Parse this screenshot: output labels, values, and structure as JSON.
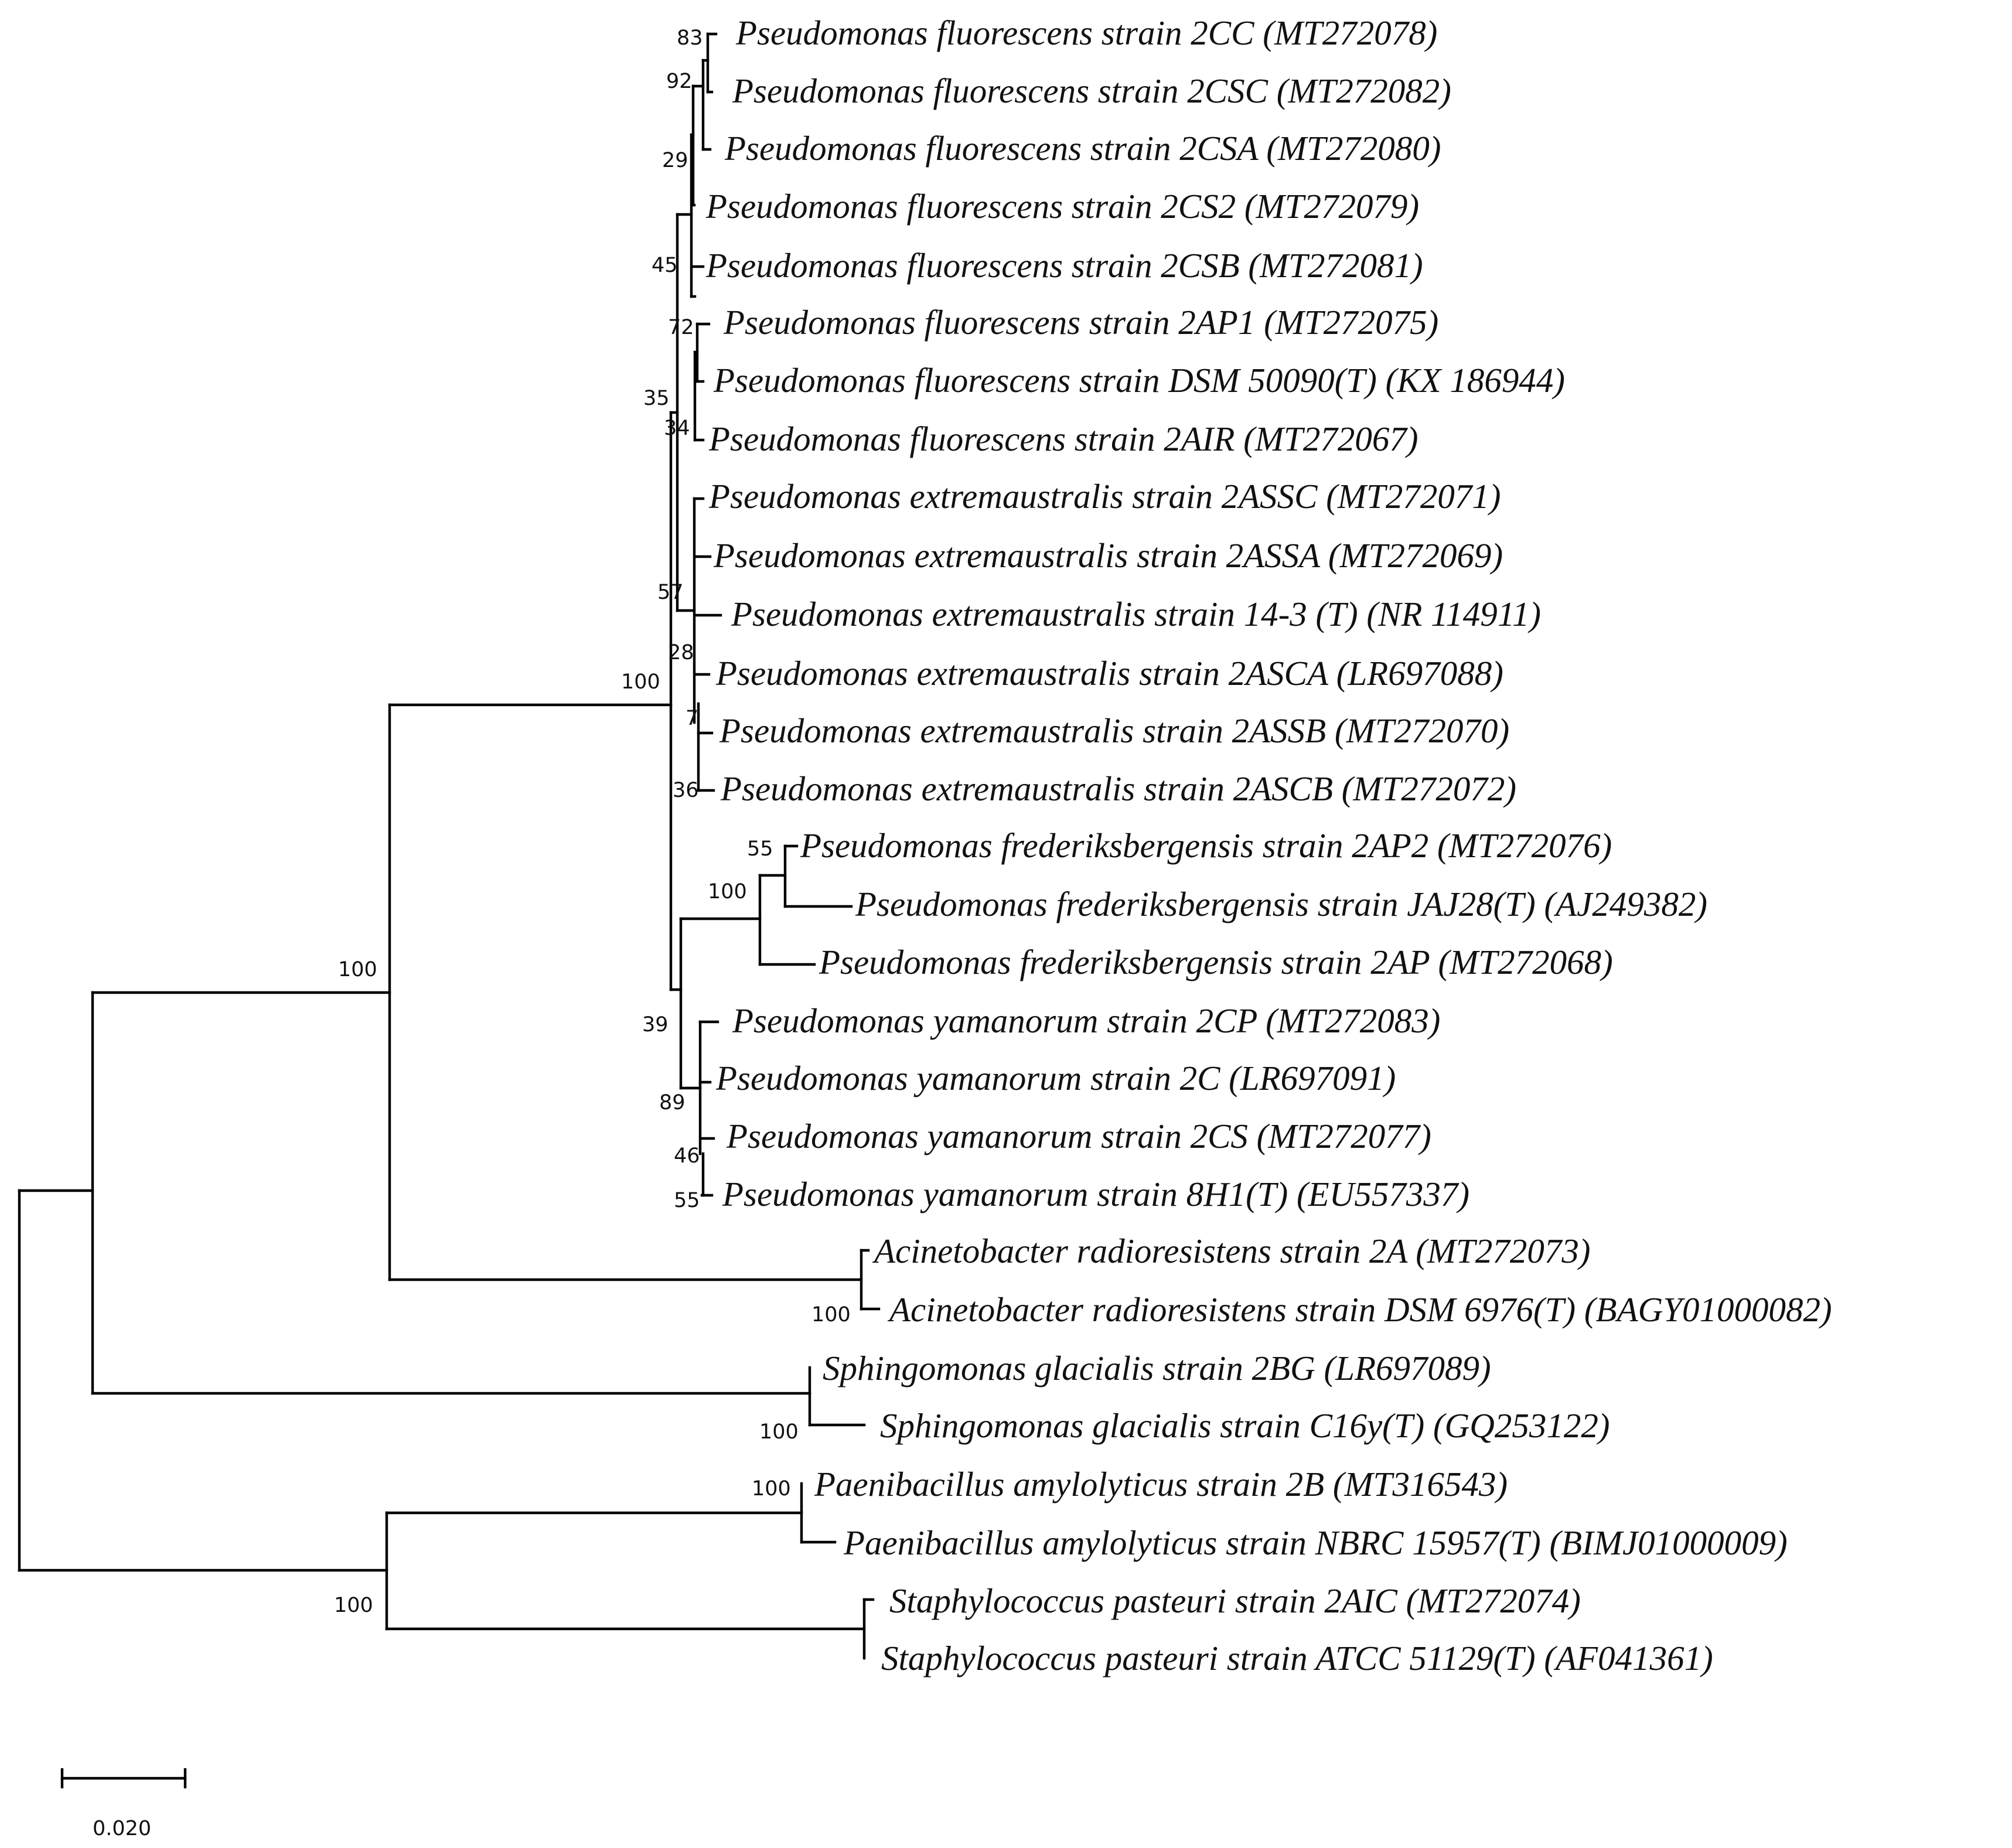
{
  "tree": {
    "scale_label": "0.020",
    "taxa": [
      {
        "label": "Pseudomonas fluorescens strain 2CC (MT272078)"
      },
      {
        "label": "Pseudomonas fluorescens strain 2CSC (MT272082)"
      },
      {
        "label": "Pseudomonas fluorescens strain 2CSA (MT272080)"
      },
      {
        "label": "Pseudomonas fluorescens strain 2CS2 (MT272079)"
      },
      {
        "label": "Pseudomonas fluorescens strain 2CSB (MT272081)"
      },
      {
        "label": "Pseudomonas fluorescens strain 2AP1 (MT272075)"
      },
      {
        "label": "Pseudomonas fluorescens strain DSM 50090(T) (KX 186944)"
      },
      {
        "label": "Pseudomonas fluorescens strain 2AIR (MT272067)"
      },
      {
        "label": "Pseudomonas extremaustralis strain 2ASSC (MT272071)"
      },
      {
        "label": "Pseudomonas extremaustralis strain 2ASSA (MT272069)"
      },
      {
        "label": "Pseudomonas extremaustralis strain 14-3 (T) (NR 114911)"
      },
      {
        "label": "Pseudomonas extremaustralis strain 2ASCA (LR697088)"
      },
      {
        "label": "Pseudomonas extremaustralis strain 2ASSB (MT272070)"
      },
      {
        "label": "Pseudomonas extremaustralis strain 2ASCB (MT272072)"
      },
      {
        "label": "Pseudomonas frederiksbergensis strain 2AP2 (MT272076)"
      },
      {
        "label": "Pseudomonas frederiksbergensis strain JAJ28(T) (AJ249382)"
      },
      {
        "label": "Pseudomonas frederiksbergensis strain 2AP (MT272068)"
      },
      {
        "label": "Pseudomonas yamanorum strain 2CP (MT272083)"
      },
      {
        "label": "Pseudomonas yamanorum strain 2C (LR697091)"
      },
      {
        "label": "Pseudomonas yamanorum strain 2CS (MT272077)"
      },
      {
        "label": "Pseudomonas yamanorum strain 8H1(T) (EU557337)"
      },
      {
        "label": "Acinetobacter radioresistens strain 2A (MT272073)"
      },
      {
        "label": "Acinetobacter radioresistens strain DSM 6976(T) (BAGY01000082)"
      },
      {
        "label": "Sphingomonas glacialis strain 2BG (LR697089)"
      },
      {
        "label": "Sphingomonas glacialis strain C16y(T) (GQ253122)"
      },
      {
        "label": "Paenibacillus amylolyticus strain 2B (MT316543)"
      },
      {
        "label": "Paenibacillus amylolyticus strain NBRC 15957(T) (BIMJ01000009)"
      },
      {
        "label": "Staphylococcus pasteuri strain 2AIC (MT272074)"
      },
      {
        "label": "Staphylococcus pasteuri strain ATCC 51129(T) (AF041361)"
      }
    ],
    "bootstrap": [
      {
        "value": "83"
      },
      {
        "value": "92"
      },
      {
        "value": "29"
      },
      {
        "value": "45"
      },
      {
        "value": "72"
      },
      {
        "value": "35"
      },
      {
        "value": "34"
      },
      {
        "value": "57"
      },
      {
        "value": "28"
      },
      {
        "value": "100"
      },
      {
        "value": "7"
      },
      {
        "value": "36"
      },
      {
        "value": "55"
      },
      {
        "value": "100"
      },
      {
        "value": "100"
      },
      {
        "value": "39"
      },
      {
        "value": "89"
      },
      {
        "value": "46"
      },
      {
        "value": "55"
      },
      {
        "value": "100"
      },
      {
        "value": "100"
      },
      {
        "value": "100"
      },
      {
        "value": "100"
      }
    ]
  }
}
